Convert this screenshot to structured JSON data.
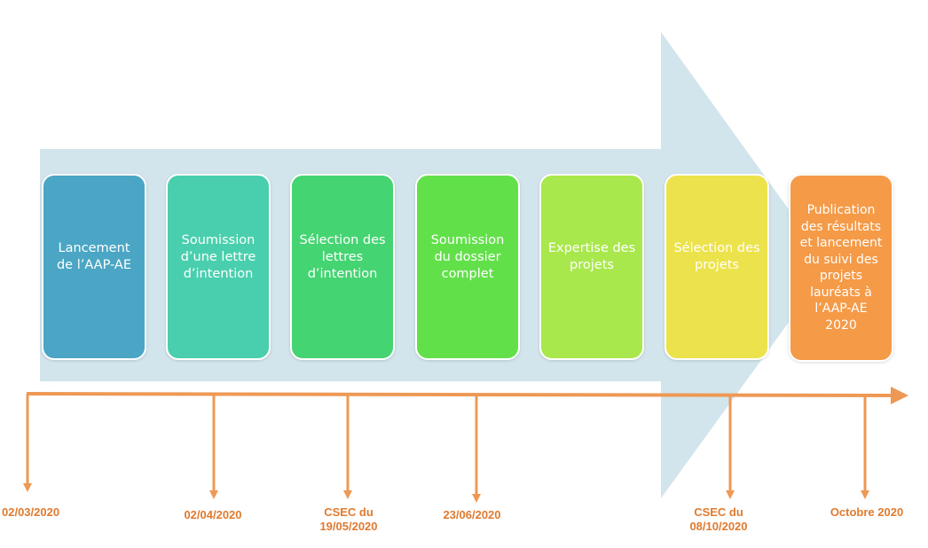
{
  "colors": {
    "arrow_bg": "#d3e5ec",
    "timeline": "#ed9955",
    "date_text": "#e07a2e"
  },
  "steps": [
    {
      "label": "Lancement\nde l’AAP-AE",
      "color": "#4aa6c4"
    },
    {
      "label": "Soumission\nd’une lettre\nd’intention",
      "color": "#49cfad"
    },
    {
      "label": "Sélection des\nlettres\nd’intention",
      "color": "#45d472"
    },
    {
      "label": "Soumission\ndu dossier\ncomplet",
      "color": "#62e04a"
    },
    {
      "label": "Expertise des\nprojets",
      "color": "#a9e84c"
    },
    {
      "label": "Sélection des\nprojets",
      "color": "#ece24c"
    },
    {
      "label": "Publication\ndes résultats\net lancement\ndu suivi des\nprojets\nlauréats à\nl’AAP-AE\n2020",
      "color": "#f59a47"
    }
  ],
  "milestones": [
    {
      "date": "02/03/2020"
    },
    {
      "date": "02/04/2020"
    },
    {
      "date": "CSEC du\n19/05/2020"
    },
    {
      "date": "23/06/2020"
    },
    {
      "date": "CSEC du\n08/10/2020"
    },
    {
      "date": "Octobre 2020"
    }
  ]
}
